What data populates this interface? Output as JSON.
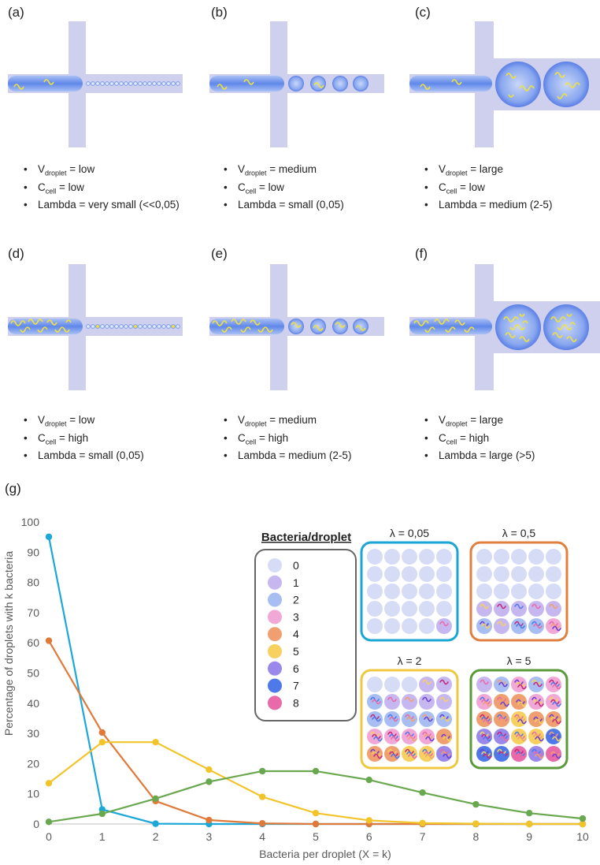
{
  "panels": [
    {
      "label": "(a)",
      "lines": [
        {
          "pre": "V",
          "sub": "droplet",
          "post": " = low"
        },
        {
          "pre": "C",
          "sub": "cell",
          "post": " = low"
        },
        {
          "pre": "Lambda = very small (<<0,05)",
          "sub": "",
          "post": ""
        }
      ]
    },
    {
      "label": "(b)",
      "lines": [
        {
          "pre": "V",
          "sub": "droplet",
          "post": " = medium"
        },
        {
          "pre": "C",
          "sub": "cell",
          "post": " = low"
        },
        {
          "pre": "Lambda = small (0,05)",
          "sub": "",
          "post": ""
        }
      ]
    },
    {
      "label": "(c)",
      "lines": [
        {
          "pre": "V",
          "sub": "droplet",
          "post": " = large"
        },
        {
          "pre": "C",
          "sub": "cell",
          "post": " = low"
        },
        {
          "pre": "Lambda = medium (2-5)",
          "sub": "",
          "post": ""
        }
      ]
    },
    {
      "label": "(d)",
      "lines": [
        {
          "pre": "V",
          "sub": "droplet",
          "post": " = low"
        },
        {
          "pre": "C",
          "sub": "cell",
          "post": " = high"
        },
        {
          "pre": "Lambda = small (0,05)",
          "sub": "",
          "post": ""
        }
      ]
    },
    {
      "label": "(e)",
      "lines": [
        {
          "pre": "V",
          "sub": "droplet",
          "post": " = medium"
        },
        {
          "pre": "C",
          "sub": "cell",
          "post": " = high"
        },
        {
          "pre": "Lambda = medium (2-5)",
          "sub": "",
          "post": ""
        }
      ]
    },
    {
      "label": "(f)",
      "lines": [
        {
          "pre": "V",
          "sub": "droplet",
          "post": " = large"
        },
        {
          "pre": "C",
          "sub": "cell",
          "post": " = high"
        },
        {
          "pre": "Lambda = large (>5)",
          "sub": "",
          "post": ""
        }
      ]
    }
  ],
  "panel_g_label": "(g)",
  "legend": {
    "title": "Bacteria/droplet",
    "items": [
      {
        "k": "0",
        "color": "#d6dcf5"
      },
      {
        "k": "1",
        "color": "#c7b7f0"
      },
      {
        "k": "2",
        "color": "#a8bef2"
      },
      {
        "k": "3",
        "color": "#f2a8d6"
      },
      {
        "k": "4",
        "color": "#f0a070"
      },
      {
        "k": "5",
        "color": "#f7d060"
      },
      {
        "k": "6",
        "color": "#9a88ea"
      },
      {
        "k": "7",
        "color": "#4f78e8"
      },
      {
        "k": "8",
        "color": "#e86aa8"
      }
    ]
  },
  "grids": [
    {
      "label": "λ = 0,05",
      "border": "#1aa6d4"
    },
    {
      "label": "λ = 0,5",
      "border": "#e08040"
    },
    {
      "label": "λ = 2",
      "border": "#f0c840"
    },
    {
      "label": "λ = 5",
      "border": "#5a9a3a"
    }
  ],
  "chart_data": {
    "type": "line",
    "x": [
      0,
      1,
      2,
      3,
      4,
      5,
      6,
      7,
      8,
      9,
      10
    ],
    "xlabel": "Bacteria per droplet (X = k)",
    "ylabel": "Percentage of droplets with k bacteria",
    "ylim": [
      0,
      100
    ],
    "yticks": [
      0,
      10,
      20,
      30,
      40,
      50,
      60,
      70,
      80,
      90,
      100
    ],
    "grid": false,
    "series": [
      {
        "color": "#1ba8d8",
        "values": [
          95.1,
          4.8,
          0.1,
          0,
          0,
          0,
          0,
          0,
          0,
          0,
          0
        ]
      },
      {
        "color": "#e07a3a",
        "values": [
          60.7,
          30.3,
          7.6,
          1.3,
          0.2,
          0,
          0,
          0,
          0,
          0,
          0
        ]
      },
      {
        "color": "#f2c42a",
        "values": [
          13.5,
          27.1,
          27.1,
          18,
          9,
          3.6,
          1.2,
          0.3,
          0.1,
          0,
          0
        ]
      },
      {
        "color": "#6aa84f",
        "values": [
          0.7,
          3.4,
          8.4,
          14,
          17.5,
          17.5,
          14.6,
          10.4,
          6.5,
          3.6,
          1.8
        ]
      }
    ]
  }
}
